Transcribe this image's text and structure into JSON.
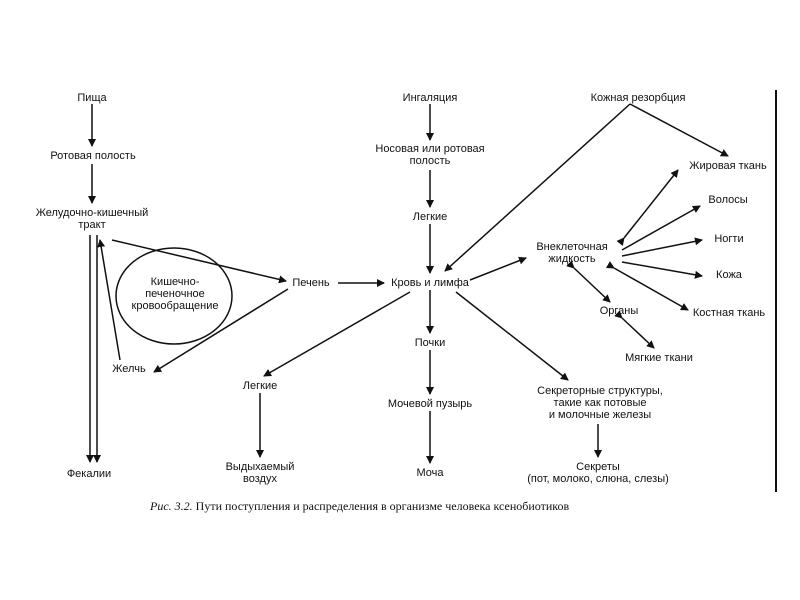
{
  "nodes": {
    "pishcha": "Пища",
    "rotovaya_polost": "Ротовая полость",
    "zhkt": "Желудочно-кишечный\nтракт",
    "kishechno_pechenochnoe": "Кишечно-\nпеченочное\nкровообращение",
    "zhelch": "Желчь",
    "fekalii": "Фекалии",
    "pechen": "Печень",
    "ingalyaciya": "Ингаляция",
    "nosovaya_polost": "Носовая или ротовая\nполость",
    "legkie_top": "Легкие",
    "krov_limfa": "Кровь и лимфа",
    "pochki": "Почки",
    "mochevoy_puzyr": "Мочевой пузырь",
    "mocha": "Моча",
    "legkie_bottom": "Легкие",
    "vydyhaemyy_vozduh": "Выдыхаемый\nвоздух",
    "kozhnaya_rezorbciya": "Кожная резорбция",
    "zhirovaya_tkan": "Жировая ткань",
    "volosy": "Волосы",
    "nogti": "Ногти",
    "kozha": "Кожа",
    "kostnaya_tkan": "Костная ткань",
    "vnekletochnaya": "Внеклеточная\nжидкость",
    "organy": "Органы",
    "myagkie_tkani": "Мягкие ткани",
    "sekretornye": "Секреторные структуры,\nтакие  как потовые\nи молочные железы",
    "sekrety": "Секреты\n(пот, молоко, слюна, слезы)"
  },
  "caption": {
    "label": "Рис. 3.2.",
    "text": "Пути поступления и распределения в организме человека ксенобиотиков"
  }
}
